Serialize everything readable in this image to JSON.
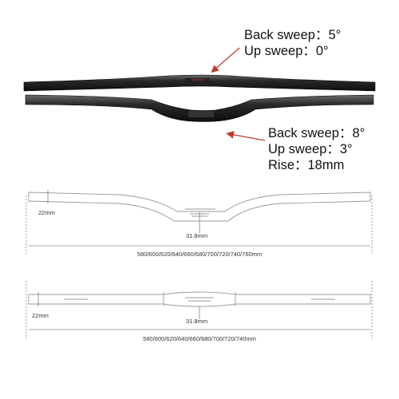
{
  "flat_bar_spec": {
    "back_sweep": "Back sweep：5°",
    "up_sweep": "Up sweep：0°"
  },
  "riser_bar_spec": {
    "back_sweep": "Back sweep：8°",
    "up_sweep": "Up sweep：3°",
    "rise": "Rise：18mm"
  },
  "riser_drawing": {
    "end_diameter": "22mm",
    "clamp_diameter": "31.8mm",
    "widths": "580/600/620/640/660/680/700/720/740/760mm"
  },
  "flat_drawing": {
    "end_diameter": "22mm",
    "clamp_diameter": "31.8mm",
    "widths": "580/600/620/640/660/680/700/720/740mm"
  },
  "colors": {
    "bar_body": "#1a1a1a",
    "bar_highlight": "#6b6b6b",
    "arrow": "#c0392b",
    "line_drawing": "#9a9a9a"
  }
}
